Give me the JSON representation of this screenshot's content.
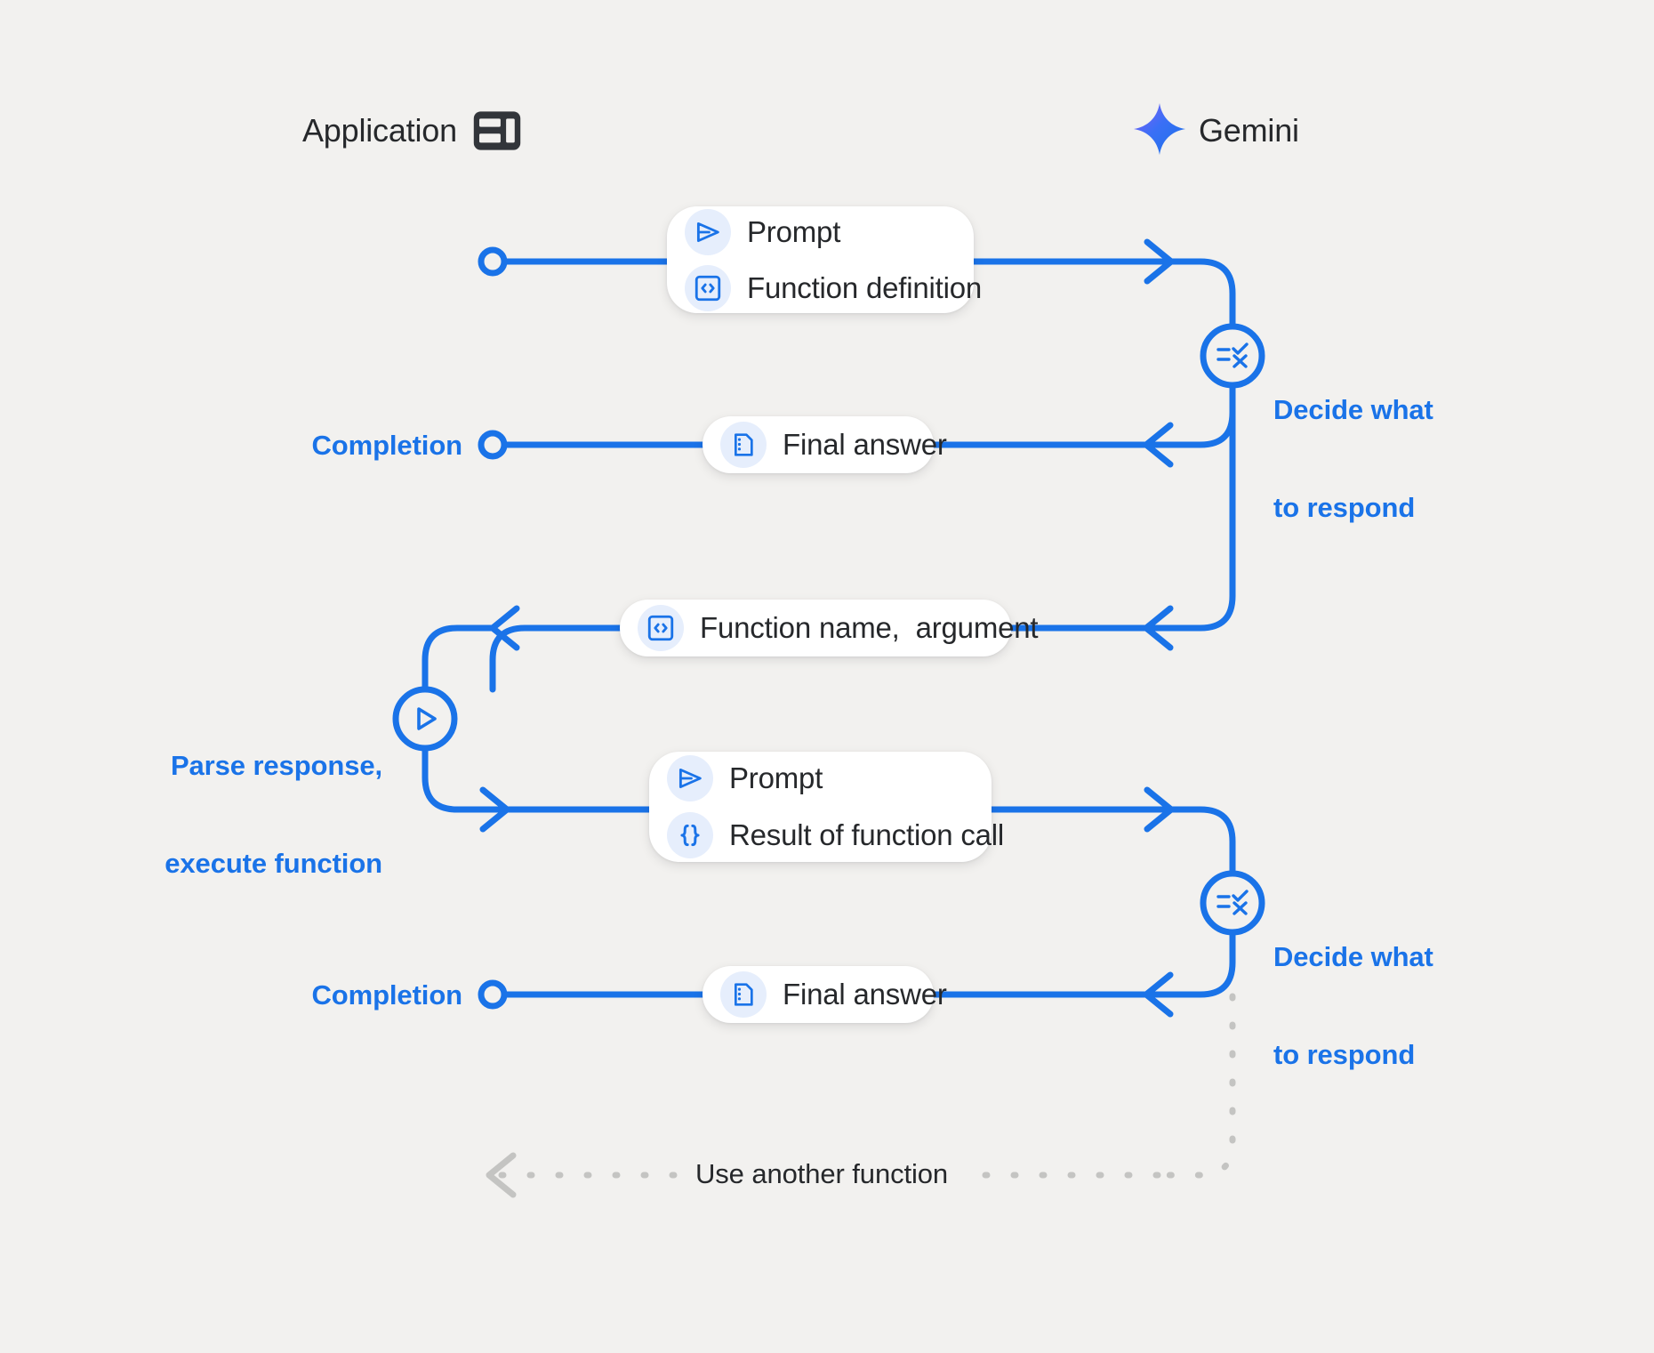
{
  "diagram": {
    "title": "Gemini function calling sequence",
    "background_color": "#f2f1ef",
    "accent_color": "#1a73e8",
    "muted_color": "#c8c8c8",
    "text_color": "#26282b"
  },
  "actors": {
    "left": {
      "label": "Application",
      "icon": "app-dashboard-icon"
    },
    "right": {
      "label": "Gemini",
      "icon": "gemini-sparkle-icon"
    }
  },
  "messages": [
    {
      "id": "prompt-function-definition",
      "rows": [
        {
          "icon": "send-prompt-icon",
          "label": "Prompt"
        },
        {
          "icon": "code-brackets-icon",
          "label": "Function definition"
        }
      ]
    },
    {
      "id": "final-answer-1",
      "rows": [
        {
          "icon": "document-icon",
          "label": "Final answer"
        }
      ]
    },
    {
      "id": "function-name-argument",
      "rows": [
        {
          "icon": "code-brackets-icon",
          "label": "Function name,  argument"
        }
      ]
    },
    {
      "id": "prompt-result-of-function-call",
      "rows": [
        {
          "icon": "send-prompt-icon",
          "label": "Prompt"
        },
        {
          "icon": "curly-braces-icon",
          "label": "Result of function call"
        }
      ]
    },
    {
      "id": "final-answer-2",
      "rows": [
        {
          "icon": "document-icon",
          "label": "Final answer"
        }
      ]
    }
  ],
  "annotations": {
    "decide_1": {
      "line1": "Decide what",
      "line2": "to respond",
      "icon": "rule-check-x-icon"
    },
    "decide_2": {
      "line1": "Decide what",
      "line2": "to respond",
      "icon": "rule-check-x-icon"
    },
    "parse": {
      "line1": "Parse response,",
      "line2": "execute function",
      "icon": "play-circle-icon"
    },
    "completion_1": {
      "label": "Completion"
    },
    "completion_2": {
      "label": "Completion"
    },
    "loop": {
      "label": "Use another function"
    }
  }
}
